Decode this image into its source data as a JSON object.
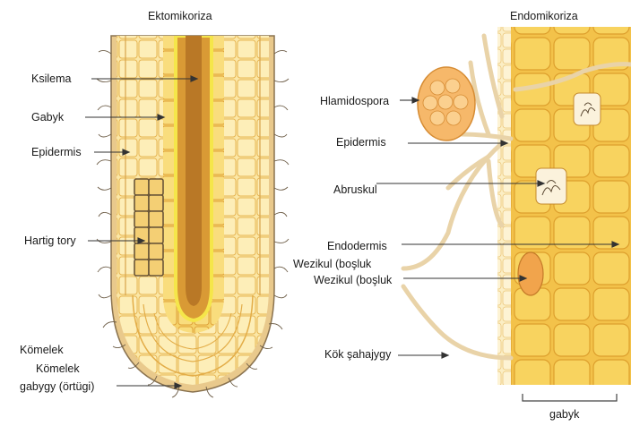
{
  "titles": {
    "left": "Ektomikoriza",
    "right": "Endomikoriza"
  },
  "labels": {
    "ksilema": "Ksilema",
    "gabyk": "Gabyk",
    "epidermis_left": "Epidermis",
    "hartig": "Hartig tory",
    "komelek_1": "Kömelek",
    "komelek_2": "Kömelek",
    "gabygy": "gabygy (örtügi)",
    "hlamidospora": "Hlamidospora",
    "epidermis_right": "Epidermis",
    "abruskul": "Abruskul",
    "endodermis": "Endodermis",
    "wezikul_1": "Wezikul (boşluk",
    "wezikul_2": "Wezikul (boşluk",
    "kok": "Kök şahajygy",
    "gabyk_bottom": "gabyk"
  },
  "colors": {
    "cell_light": "#fbe7a6",
    "cell_mid": "#f5cf5c",
    "cell_border": "#e0a93a",
    "xylem": "#c98a2a",
    "xylem_core": "#b57520",
    "hypha": "#7a6a55",
    "fungus": "#f3a552"
  }
}
